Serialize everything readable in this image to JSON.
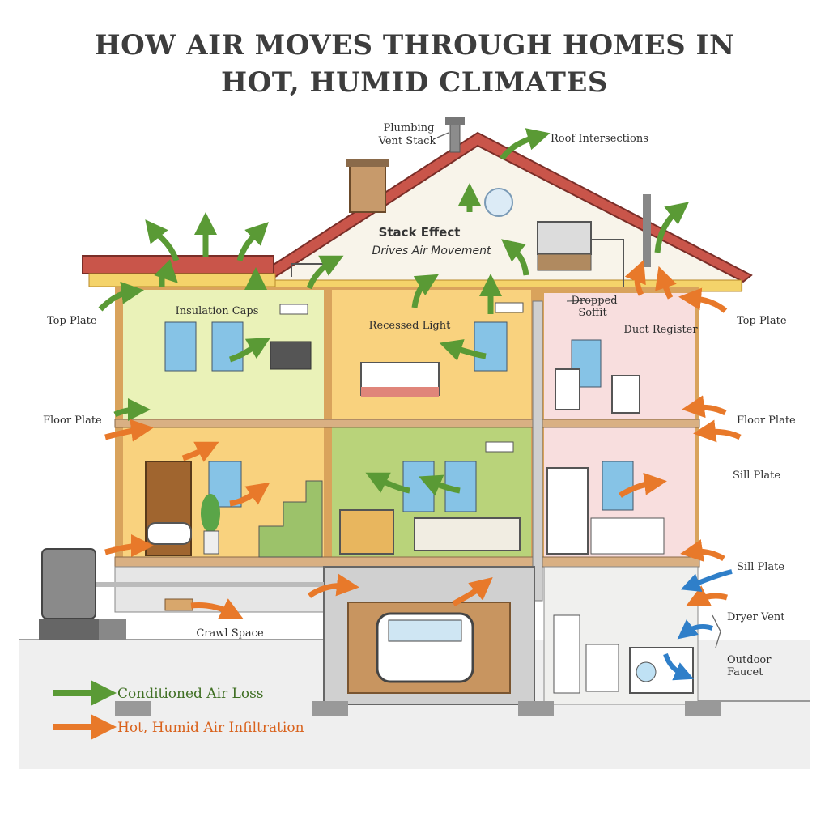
{
  "title": {
    "line1": "HOW AIR MOVES THROUGH HOMES IN",
    "line2": "HOT, HUMID CLIMATES"
  },
  "labels": {
    "plumbing_vent_stack_1": "Plumbing",
    "plumbing_vent_stack_2": "Vent Stack",
    "roof_intersections": "Roof Intersections",
    "stack_effect": "Stack Effect",
    "drives_air_movement": "Drives Air Movement",
    "insulation_caps": "Insulation Caps",
    "recessed_light": "Recessed Light",
    "dropped_soffit_1": "Dropped",
    "dropped_soffit_2": "Soffit",
    "duct_register": "Duct Register",
    "top_plate_left": "Top Plate",
    "top_plate_right": "Top Plate",
    "floor_plate_left": "Floor Plate",
    "floor_plate_right": "Floor Plate",
    "sill_plate_upper": "Sill Plate",
    "sill_plate_lower": "Sill Plate",
    "dryer_vent": "Dryer Vent",
    "outdoor_faucet_1": "Outdoor",
    "outdoor_faucet_2": "Faucet",
    "crawl_space": "Crawl Space"
  },
  "legend": {
    "conditioned_air_loss": "Conditioned Air Loss",
    "hot_humid_infiltration": "Hot, Humid Air Infiltration"
  },
  "colors": {
    "green_arrow": "#5a9a35",
    "orange_arrow": "#e8792a",
    "blue_arrow": "#2f7fc9",
    "roof": "#c9554a",
    "room_green": "#eaf2b8",
    "room_orange": "#f9d27e",
    "room_olive": "#b9d37a",
    "room_pink": "#f8dede",
    "attic": "#f8f4ea",
    "wall_frame": "#d9a35c"
  },
  "icons": [
    "chimney-icon",
    "vent-stack-icon",
    "round-attic-vent-icon",
    "hvac-unit-icon",
    "ac-condenser-icon",
    "car-icon",
    "washer-icon",
    "water-heater-icon",
    "dog-icon",
    "plant-icon",
    "monitor-icon",
    "bed-icon",
    "toilet-icon",
    "sink-icon",
    "sofa-icon",
    "fireplace-icon"
  ]
}
